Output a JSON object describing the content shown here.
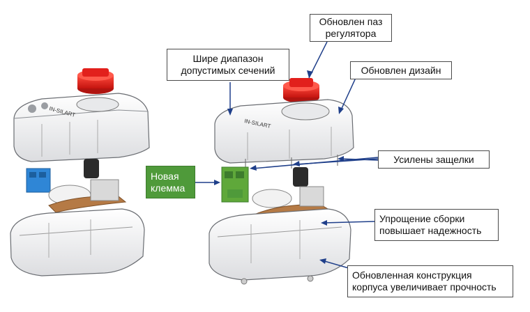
{
  "callouts": {
    "regulator_slot": "Обновлен паз\nрегулятора",
    "wider_range": "Шире диапазон\nдопустимых сечений",
    "updated_design": "Обновлен дизайн",
    "stronger_latches": "Усилены защелки",
    "new_terminal": "Новая\nклемма",
    "simpler_assembly": "Упрощение сборки\nповышает надежность",
    "housing_strength": "Обновленная конструкция\nкорпуса увеличивает прочность"
  },
  "product_labels": {
    "old_cover_brand": "IN-SILART",
    "new_cover_brand": "IN-SILART"
  },
  "colors": {
    "accent_red": "#e2201c",
    "terminal_old": "#2f86d6",
    "terminal_new": "#5fa83a",
    "copper": "#b57a45"
  }
}
